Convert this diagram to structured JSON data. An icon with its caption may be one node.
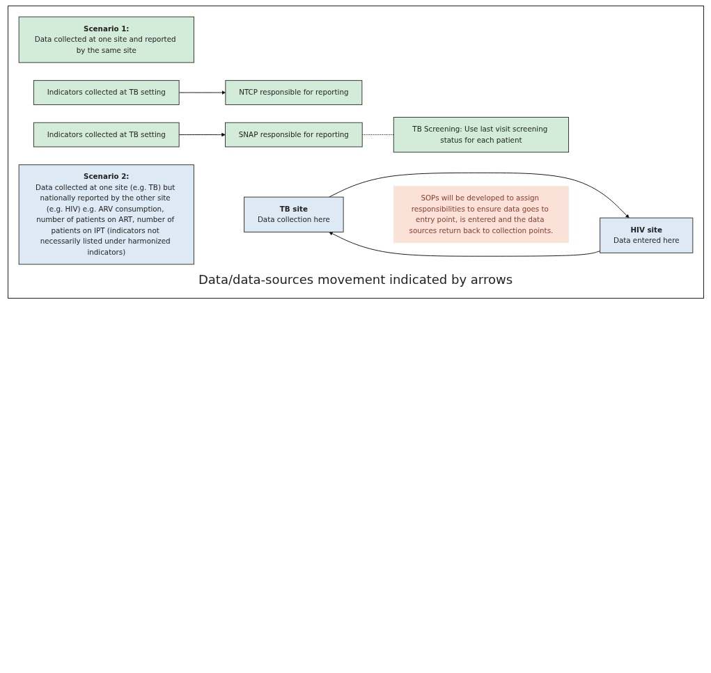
{
  "diagram": {
    "nodes": [
      {
        "text": [
          "Scenario 1:",
          "Data collected at one site and reported by the same site"
        ]
      },
      {
        "text": [
          "Indicators collected at TB setting"
        ]
      },
      {
        "text": [
          "NTCP responsible for reporting"
        ]
      },
      {
        "text": [
          "TB Screening: Use last visit screening status for each patient"
        ]
      },
      {
        "text": [
          "Indicators collected at TB setting"
        ]
      },
      {
        "text": [
          "SNAP responsible for reporting"
        ]
      },
      {
        "text": [
          "Scenario 2:",
          "Data collected at one site (e.g. TB) but nationally reported by the other site (e.g. HIV) e.g. ARV consumption, number of patients on ART, number of patients on IPT (indicators not necessarily listed under harmonized indicators)"
        ]
      },
      {
        "text": [
          "TB site",
          "Data collection here"
        ]
      },
      {
        "text": [
          "SOPs will be developed to assign responsibilities to ensure data goes to entry point, is entered and the data sources return back to collection points."
        ]
      },
      {
        "text": [
          "HIV site",
          "Data entered here"
        ]
      }
    ],
    "edges": [
      {
        "from": 1,
        "to": 2,
        "arrow": "to"
      },
      {
        "from": 4,
        "to": 5,
        "arrow": "to"
      },
      {
        "from": 5,
        "to": 3,
        "arrow": "none",
        "style": "dashed"
      },
      {
        "from": 7,
        "to": 9,
        "arrow": "to"
      },
      {
        "from": 9,
        "to": 7,
        "arrow": "to"
      }
    ],
    "labels": [
      "Data/data-sources movement indicated by arrows"
    ]
  }
}
